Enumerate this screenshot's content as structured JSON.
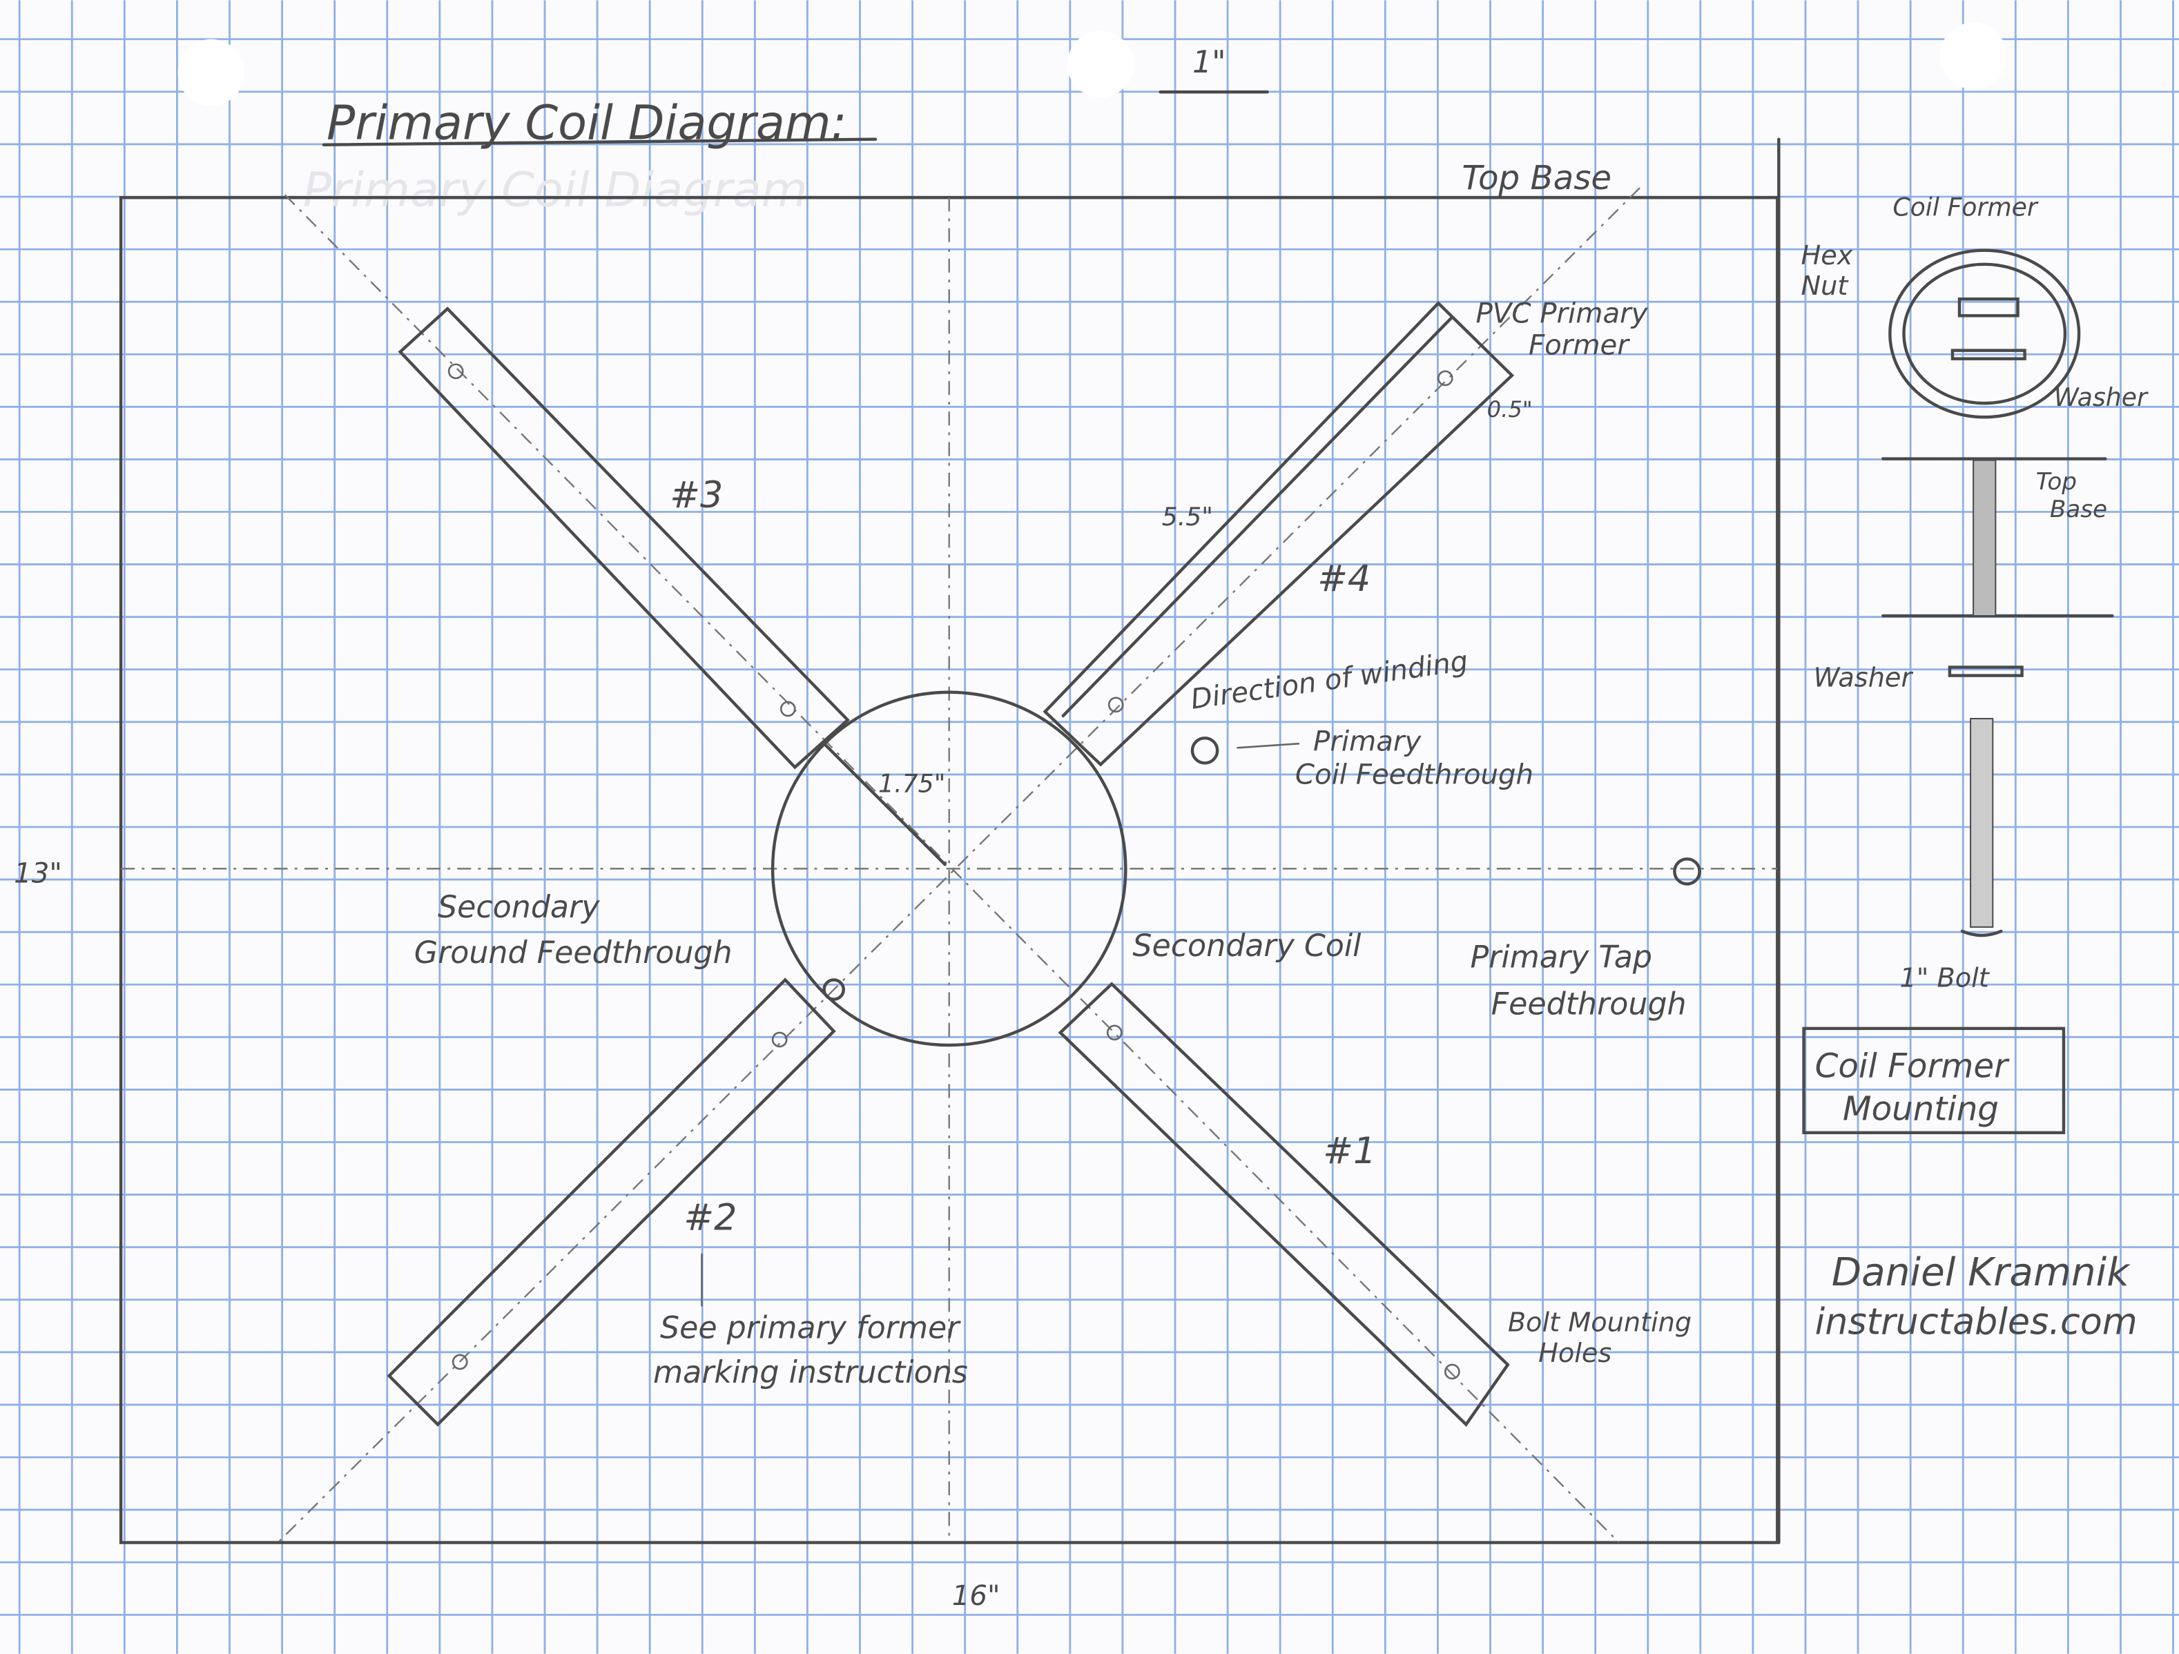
{
  "title": "Primary Coil Diagram:",
  "colors": {
    "paper": "#fbfbfd",
    "grid": "#8fb0e6",
    "ink": "#4a4a4a"
  },
  "scale_label": "1\"",
  "top_base": "Top Base",
  "dimensions": {
    "height": "13\"",
    "width": "16\"",
    "radius": "1.75\"",
    "former_length": "5.5\"",
    "former_offset": "0.5\""
  },
  "formers": [
    {
      "label": "#1"
    },
    {
      "label": "#2"
    },
    {
      "label": "#3"
    },
    {
      "label": "#4"
    }
  ],
  "labels": {
    "pvc_former_1": "PVC Primary",
    "pvc_former_2": "Former",
    "direction": "Direction of winding",
    "primary_feed_1": "Primary",
    "primary_feed_2": "Coil Feedthrough",
    "secondary_ground_1": "Secondary",
    "secondary_ground_2": "Ground Feedthrough",
    "secondary_coil": "Secondary Coil",
    "primary_tap_1": "Primary Tap",
    "primary_tap_2": "Feedthrough",
    "see_former_1": "See primary former",
    "see_former_2": "marking instructions",
    "bolt_holes_1": "Bolt Mounting",
    "bolt_holes_2": "Holes"
  },
  "mounting": {
    "coil_former": "Coil Former",
    "hex_nut_1": "Hex",
    "hex_nut_2": "Nut",
    "washer_top": "Washer",
    "top_base_1": "Top",
    "top_base_2": "Base",
    "washer_bottom": "Washer",
    "bolt": "1\" Bolt",
    "box_1": "Coil Former",
    "box_2": "Mounting"
  },
  "signature": {
    "name": "Daniel Kramnik",
    "site": "instructables.com"
  }
}
